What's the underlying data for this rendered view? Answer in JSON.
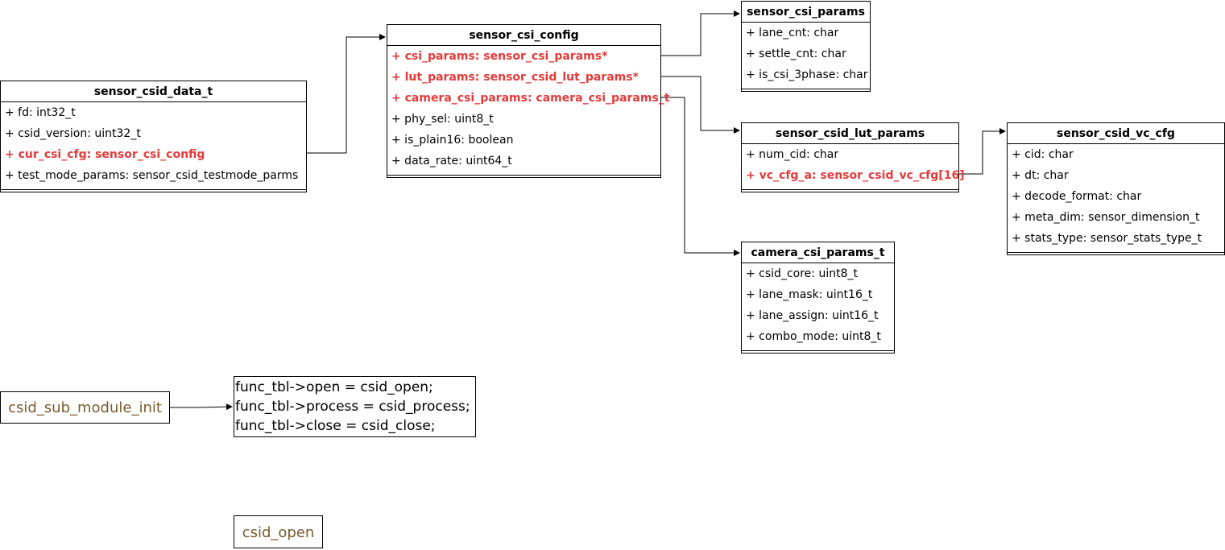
{
  "classes": {
    "sensor_csid_data_t": {
      "title": "sensor_csid_data_t",
      "fields": [
        {
          "text": "+ fd: int32_t",
          "highlight": false
        },
        {
          "text": "+ csid_version: uint32_t",
          "highlight": false
        },
        {
          "text": "+ cur_csi_cfg: sensor_csi_config",
          "highlight": true
        },
        {
          "text": "+ test_mode_params: sensor_csid_testmode_parms",
          "highlight": false
        }
      ]
    },
    "sensor_csi_config": {
      "title": "sensor_csi_config",
      "fields": [
        {
          "text": "+ csi_params: sensor_csi_params*",
          "highlight": true
        },
        {
          "text": "+ lut_params: sensor_csid_lut_params*",
          "highlight": true
        },
        {
          "text": "+ camera_csi_params: camera_csi_params_t",
          "highlight": true
        },
        {
          "text": "+ phy_sel: uint8_t",
          "highlight": false
        },
        {
          "text": "+ is_plain16: boolean",
          "highlight": false
        },
        {
          "text": "+ data_rate: uint64_t",
          "highlight": false
        }
      ]
    },
    "sensor_csi_params": {
      "title": "sensor_csi_params",
      "fields": [
        {
          "text": "+ lane_cnt: char",
          "highlight": false
        },
        {
          "text": "+ settle_cnt: char",
          "highlight": false
        },
        {
          "text": "+ is_csi_3phase: char",
          "highlight": false
        }
      ]
    },
    "sensor_csid_lut_params": {
      "title": "sensor_csid_lut_params",
      "fields": [
        {
          "text": "+ num_cid: char",
          "highlight": false
        },
        {
          "text": "+ vc_cfg_a: sensor_csid_vc_cfg[16]",
          "highlight": true
        }
      ]
    },
    "sensor_csid_vc_cfg": {
      "title": "sensor_csid_vc_cfg",
      "fields": [
        {
          "text": "+ cid: char",
          "highlight": false
        },
        {
          "text": "+ dt: char",
          "highlight": false
        },
        {
          "text": "+ decode_format: char",
          "highlight": false
        },
        {
          "text": "+ meta_dim: sensor_dimension_t",
          "highlight": false
        },
        {
          "text": "+ stats_type: sensor_stats_type_t",
          "highlight": false
        }
      ]
    },
    "camera_csi_params_t": {
      "title": "camera_csi_params_t",
      "fields": [
        {
          "text": "+ csid_core: uint8_t",
          "highlight": false
        },
        {
          "text": "+ lane_mask: uint16_t",
          "highlight": false
        },
        {
          "text": "+ lane_assign: uint16_t",
          "highlight": false
        },
        {
          "text": "+ combo_mode: uint8_t",
          "highlight": false
        }
      ]
    }
  },
  "notes": {
    "csid_sub_module_init": "csid_sub_module_init",
    "csid_open": "csid_open"
  },
  "code_box": {
    "lines": [
      "func_tbl->open = csid_open;",
      "func_tbl->process = csid_process;",
      "func_tbl->close = csid_close;"
    ]
  },
  "colors": {
    "highlight": "#e63a3a",
    "note_text": "#7a5c2c",
    "border": "#000000"
  }
}
